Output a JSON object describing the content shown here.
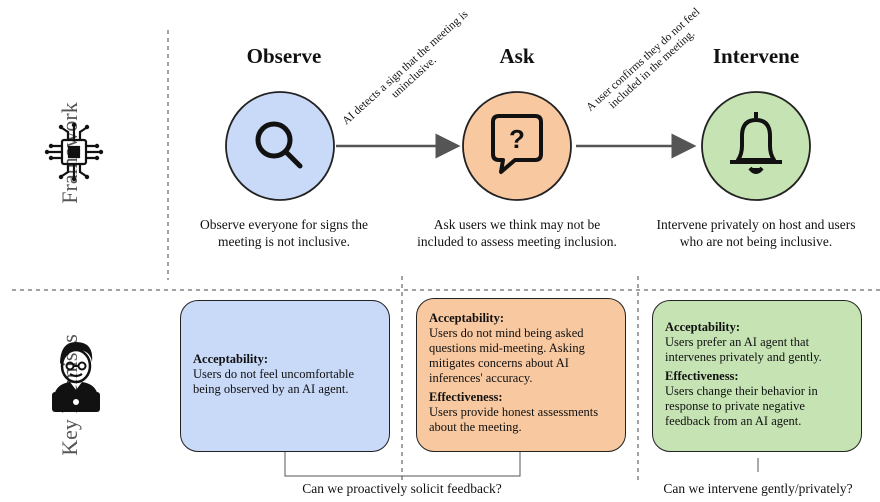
{
  "side_labels": {
    "framework": "Framework",
    "premises": "Key Premises"
  },
  "stages": [
    {
      "title": "Observe",
      "icon": "magnifier-icon",
      "color": "#c9d9f8",
      "description": "Observe everyone for signs the meeting is not inclusive."
    },
    {
      "title": "Ask",
      "icon": "question-bubble-icon",
      "color": "#f8c8a0",
      "description": "Ask users we think may not be included to assess meeting inclusion."
    },
    {
      "title": "Intervene",
      "icon": "bell-icon",
      "color": "#c6e3b4",
      "description": "Intervene privately on host and users who are not being inclusive."
    }
  ],
  "transitions": [
    {
      "text": "AI detects a sign that the meeting is uninclusive."
    },
    {
      "text": "A user confirms they do not feel included in the meeting."
    }
  ],
  "premises": [
    {
      "color": "#c9d9f8",
      "items": [
        {
          "label": "Acceptability:",
          "text": "Users do not feel uncomfortable being observed by an AI agent."
        }
      ]
    },
    {
      "color": "#f8c8a0",
      "items": [
        {
          "label": "Acceptability:",
          "text": "Users do not mind being asked questions mid-meeting. Asking mitigates concerns about AI inferences' accuracy."
        },
        {
          "label": "Effectiveness:",
          "text": "Users provide honest assessments about the meeting."
        }
      ]
    },
    {
      "color": "#c6e3b4",
      "items": [
        {
          "label": "Acceptability:",
          "text": "Users prefer an AI agent that intervenes privately and gently."
        },
        {
          "label": "Effectiveness:",
          "text": "Users change their behavior in response to private negative feedback from an AI agent."
        }
      ]
    }
  ],
  "questions": [
    {
      "text": "Can we proactively solicit feedback?"
    },
    {
      "text": "Can we intervene gently/privately?"
    }
  ]
}
